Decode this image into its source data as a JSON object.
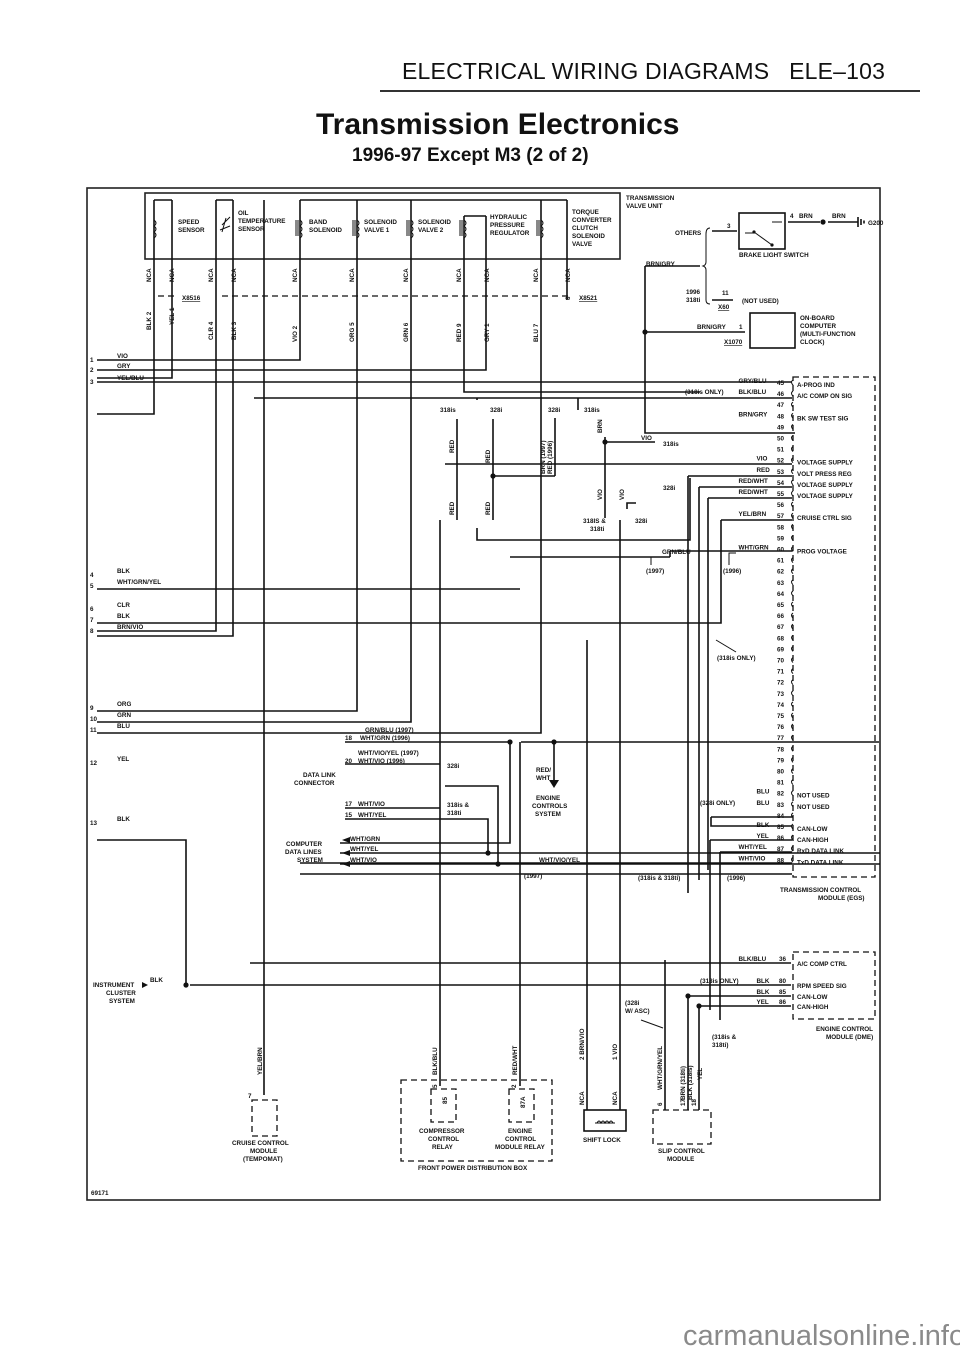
{
  "header": {
    "section": "ELECTRICAL WIRING DIAGRAMS",
    "page": "ELE–103",
    "title": "Transmission Electronics",
    "subtitle": "1996-97 Except M3 (2 of 2)"
  },
  "figure_id": "69171",
  "watermark": "carmanualsonline.info",
  "valve_unit": {
    "label": "TRANSMISSION VALVE UNIT",
    "components": [
      {
        "name": "SPEED SENSOR",
        "pins": [
          {
            "pin": "2",
            "wire": "BLK"
          },
          {
            "pin": "1",
            "wire": "YEL"
          }
        ],
        "connector": "X8516"
      },
      {
        "name": "OIL TEMPERATURE SENSOR",
        "pins": [
          {
            "pin": "4",
            "wire": "CLR"
          },
          {
            "pin": "3",
            "wire": "BLK"
          }
        ]
      },
      {
        "name": "BAND SOLENOID",
        "pins": [
          {
            "pin": "2",
            "wire": "VIO"
          }
        ]
      },
      {
        "name": "SOLENOID VALVE 1",
        "pins": [
          {
            "pin": "5",
            "wire": "ORG"
          }
        ]
      },
      {
        "name": "SOLENOID VALVE 2",
        "pins": [
          {
            "pin": "6",
            "wire": "GRN"
          }
        ]
      },
      {
        "name": "HYDRAULIC PRESSURE REGULATOR",
        "pins": [
          {
            "pin": "9",
            "wire": "RED"
          },
          {
            "pin": "1",
            "wire": "GRY"
          }
        ]
      },
      {
        "name": "TORQUE CONVERTER CLUTCH SOLENOID VALVE",
        "pins": [
          {
            "pin": "7",
            "wire": "BLU"
          },
          {
            "pin": "8",
            "wire": ""
          }
        ],
        "connector": "X8521"
      }
    ],
    "nca": "NCA"
  },
  "left_wires": [
    {
      "n": "1",
      "color": "VIO"
    },
    {
      "n": "2",
      "color": "GRY"
    },
    {
      "n": "3",
      "color": "YEL/BLU"
    },
    {
      "n": "4",
      "color": "BLK"
    },
    {
      "n": "5",
      "color": "WHT/GRN/YEL"
    },
    {
      "n": "6",
      "color": "CLR"
    },
    {
      "n": "7",
      "color": "BLK"
    },
    {
      "n": "8",
      "color": "BRN/VIO"
    },
    {
      "n": "9",
      "color": "ORG"
    },
    {
      "n": "10",
      "color": "GRN"
    },
    {
      "n": "11",
      "color": "BLU"
    },
    {
      "n": "12",
      "color": "YEL"
    },
    {
      "n": "13",
      "color": "BLK"
    }
  ],
  "brake_switch": {
    "label": "BRAKE LIGHT SWITCH",
    "others": "OTHERS",
    "pin3": "3",
    "pin4": "4",
    "wire_out": "BRN",
    "ground": "G200",
    "brn_gry": "BRN/GRY",
    "year_note": "1996",
    "model_note": "318ti",
    "pin11": "11",
    "x60": "X60",
    "not_used": "(NOT USED)"
  },
  "obc": {
    "label": "ON-BOARD COMPUTER (MULTI-FUNCTION CLOCK)",
    "wire": "BRN/GRY",
    "pin": "1",
    "connector": "X1070"
  },
  "tcm": {
    "label": "TRANSMISSION CONTROL MODULE (EGS)",
    "pins": [
      {
        "pin": "45",
        "wire": "GRY/BLU",
        "func": "A-PROG IND"
      },
      {
        "pin": "46",
        "wire": "BLK/BLU",
        "func": "A/C COMP ON SIG",
        "note": "(318is ONLY)"
      },
      {
        "pin": "47",
        "wire": "",
        "func": ""
      },
      {
        "pin": "48",
        "wire": "BRN/GRY",
        "func": "BK SW TEST SIG"
      },
      {
        "pin": "49",
        "wire": "",
        "func": ""
      },
      {
        "pin": "50",
        "wire": "",
        "func": ""
      },
      {
        "pin": "51",
        "wire": "",
        "func": ""
      },
      {
        "pin": "52",
        "wire": "VIO",
        "func": "VOLTAGE SUPPLY"
      },
      {
        "pin": "53",
        "wire": "RED",
        "func": "VOLT PRESS REG"
      },
      {
        "pin": "54",
        "wire": "RED/WHT",
        "func": "VOLTAGE SUPPLY"
      },
      {
        "pin": "55",
        "wire": "RED/WHT",
        "func": "VOLTAGE SUPPLY"
      },
      {
        "pin": "56",
        "wire": "",
        "func": ""
      },
      {
        "pin": "57",
        "wire": "YEL/BRN",
        "func": "CRUISE CTRL SIG"
      },
      {
        "pin": "58",
        "wire": "",
        "func": ""
      },
      {
        "pin": "59",
        "wire": "",
        "func": ""
      },
      {
        "pin": "60",
        "wire": "WHT/GRN",
        "func": "PROG VOLTAGE"
      },
      {
        "pin": "61"
      },
      {
        "pin": "62"
      },
      {
        "pin": "63"
      },
      {
        "pin": "64"
      },
      {
        "pin": "65"
      },
      {
        "pin": "66"
      },
      {
        "pin": "67"
      },
      {
        "pin": "68"
      },
      {
        "pin": "69"
      },
      {
        "pin": "70"
      },
      {
        "pin": "71"
      },
      {
        "pin": "72"
      },
      {
        "pin": "73"
      },
      {
        "pin": "74"
      },
      {
        "pin": "75"
      },
      {
        "pin": "76"
      },
      {
        "pin": "77"
      },
      {
        "pin": "78"
      },
      {
        "pin": "79"
      },
      {
        "pin": "80"
      },
      {
        "pin": "81"
      },
      {
        "pin": "82",
        "wire": "BLU",
        "func": "NOT USED"
      },
      {
        "pin": "83",
        "wire": "BLU",
        "func": "NOT USED",
        "note": "(328i ONLY)"
      },
      {
        "pin": "84",
        "wire": "",
        "func": ""
      },
      {
        "pin": "85",
        "wire": "BLK",
        "func": "CAN-LOW"
      },
      {
        "pin": "86",
        "wire": "YEL",
        "func": "CAN-HIGH"
      },
      {
        "pin": "87",
        "wire": "WHT/YEL",
        "func": "RxD DATA LINK"
      },
      {
        "pin": "88",
        "wire": "WHT/VIO",
        "func": "TxD DATA LINK"
      }
    ],
    "note_318is": "(318is ONLY)",
    "grn_blu": "GRN/BLU",
    "y1997": "(1997)",
    "y1996": "(1996)"
  },
  "variants": {
    "m318is": "318is",
    "m328i": "328i",
    "m318is_ti": "318IS &",
    "m318ti": "318ti",
    "red": "RED",
    "brn": "BRN",
    "vio": "VIO",
    "brn1997": "BRN (1997)",
    "red1996": "RED (1996)"
  },
  "datalink": {
    "connector_label": "DATA LINK CONNECTOR",
    "pin18": "18",
    "pin18_1997": "GRN/BLU (1997)",
    "pin18_1996": "WHT/GRN (1996)",
    "pin20": "20",
    "pin20_1997": "WHT/VIO/YEL (1997)",
    "pin20_1996": "WHT/VIO (1996)",
    "pin17": "17",
    "pin17_wire": "WHT/VIO",
    "pin15": "15",
    "pin15_wire": "WHT/YEL",
    "m328i": "328i",
    "m318": "318is &",
    "m318ti": "318ti",
    "cdl_label": "COMPUTER DATA LINES SYSTEM",
    "cdl_wires": [
      "WHT/GRN",
      "WHT/YEL",
      "WHT/VIO"
    ],
    "wht_vio_yel": "WHT/VIO/YEL",
    "y1997": "(1997)",
    "red_wht": "RED/ WHT",
    "engine_controls": "ENGINE CONTROLS SYSTEM",
    "models_318": "(318is & 318ti)"
  },
  "dme": {
    "label": "ENGINE CONTROL MODULE (DME)",
    "pins": [
      {
        "pin": "36",
        "wire": "BLK/BLU",
        "func": "A/C COMP CTRL"
      },
      {
        "pin": "80",
        "wire": "BLK",
        "func": "RPM SPEED SIG",
        "note": "(318is ONLY)"
      },
      {
        "pin": "85",
        "wire": "BLK",
        "func": "CAN-LOW"
      },
      {
        "pin": "86",
        "wire": "YEL",
        "func": "CAN-HIGH"
      }
    ],
    "note_328i": "(328i W/ ASC)",
    "note_318": "(318is & 318ti)"
  },
  "instrument": {
    "label": "INSTRUMENT CLUSTER SYSTEM",
    "wire": "BLK"
  },
  "cruise": {
    "label": "CRUISE CONTROL MODULE (TEMPOMAT)",
    "wire": "YEL/BRN",
    "pin": "7"
  },
  "fpdb": {
    "label": "FRONT POWER DISTRIBUTION BOX",
    "compressor": {
      "label": "COMPRESSOR CONTROL RELAY",
      "pin": "5",
      "term": "85",
      "wire": "BLK/BLU"
    },
    "ecm_relay": {
      "label": "ENGINE CONTROL MODULE RELAY",
      "pin": "2",
      "term": "87A",
      "wire": "RED/WHT"
    }
  },
  "shiftlock": {
    "label": "SHIFT LOCK",
    "pins": [
      {
        "pin": "2",
        "wire": "BRN/VIO"
      },
      {
        "pin": "1",
        "wire": "VIO"
      }
    ],
    "nca": "NCA"
  },
  "slip": {
    "label": "SLIP CONTROL MODULE",
    "pins": [
      {
        "pin": "6",
        "wire": "WHT/GRN/YEL"
      },
      {
        "pin": "17",
        "wire": "BRN (318ti) BLK (318is)"
      },
      {
        "pin": "18",
        "wire": "YEL"
      }
    ]
  }
}
